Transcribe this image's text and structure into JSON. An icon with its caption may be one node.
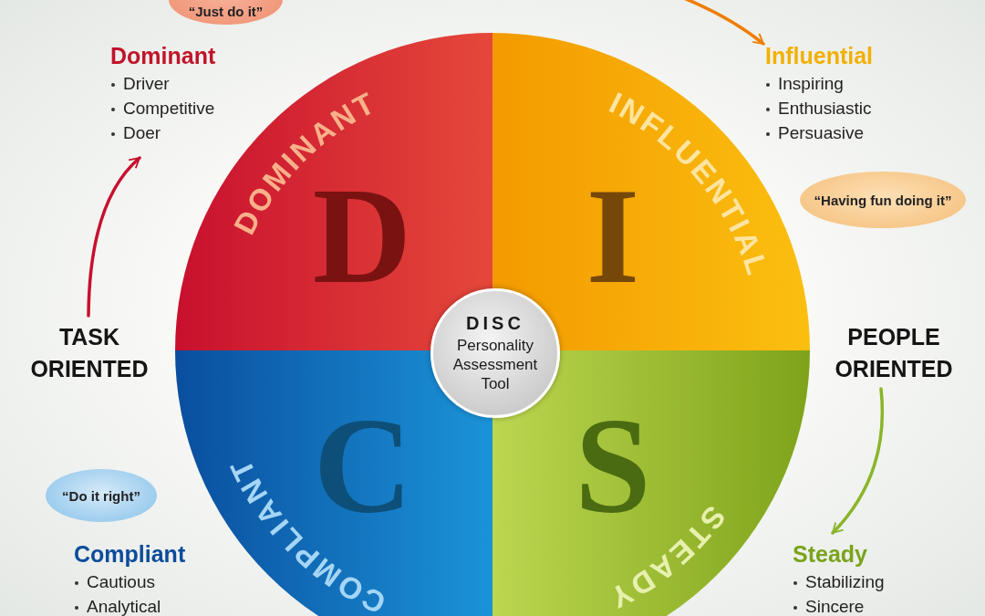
{
  "diagram": {
    "nodes": [
      {
        "text": [
          "D",
          "DOMINANT"
        ]
      },
      {
        "text": [
          "I",
          "INFLUENTIAL"
        ]
      },
      {
        "text": [
          "C",
          "COMPLIANT"
        ]
      },
      {
        "text": [
          "S",
          "STEADY"
        ]
      },
      {
        "text": [
          "DISC",
          "Personality Assessment Tool"
        ]
      },
      {
        "text": [
          "“Just do it”"
        ]
      },
      {
        "text": [
          "Dominant",
          "Driver",
          "Competitive",
          "Doer"
        ]
      },
      {
        "text": [
          "Influential",
          "Inspiring",
          "Enthusiastic",
          "Persuasive"
        ]
      },
      {
        "text": [
          "“Having fun doing it”"
        ]
      },
      {
        "text": [
          "TASK ORIENTED"
        ]
      },
      {
        "text": [
          "PEOPLE ORIENTED"
        ]
      },
      {
        "text": [
          "“Do it right”"
        ]
      },
      {
        "text": [
          "Compliant",
          "Cautious",
          "Analytical"
        ]
      },
      {
        "text": [
          "Steady",
          "Stabilizing",
          "Sincere"
        ]
      }
    ],
    "edges": [
      {
        "from": 9,
        "to": 6,
        "arrow": "to",
        "color": "#c8102e"
      },
      {
        "from": null,
        "to": 7,
        "arrow": "to",
        "color": "#ef7d00"
      },
      {
        "from": 10,
        "to": 13,
        "arrow": "to",
        "color": "#8ab52a"
      }
    ]
  }
}
